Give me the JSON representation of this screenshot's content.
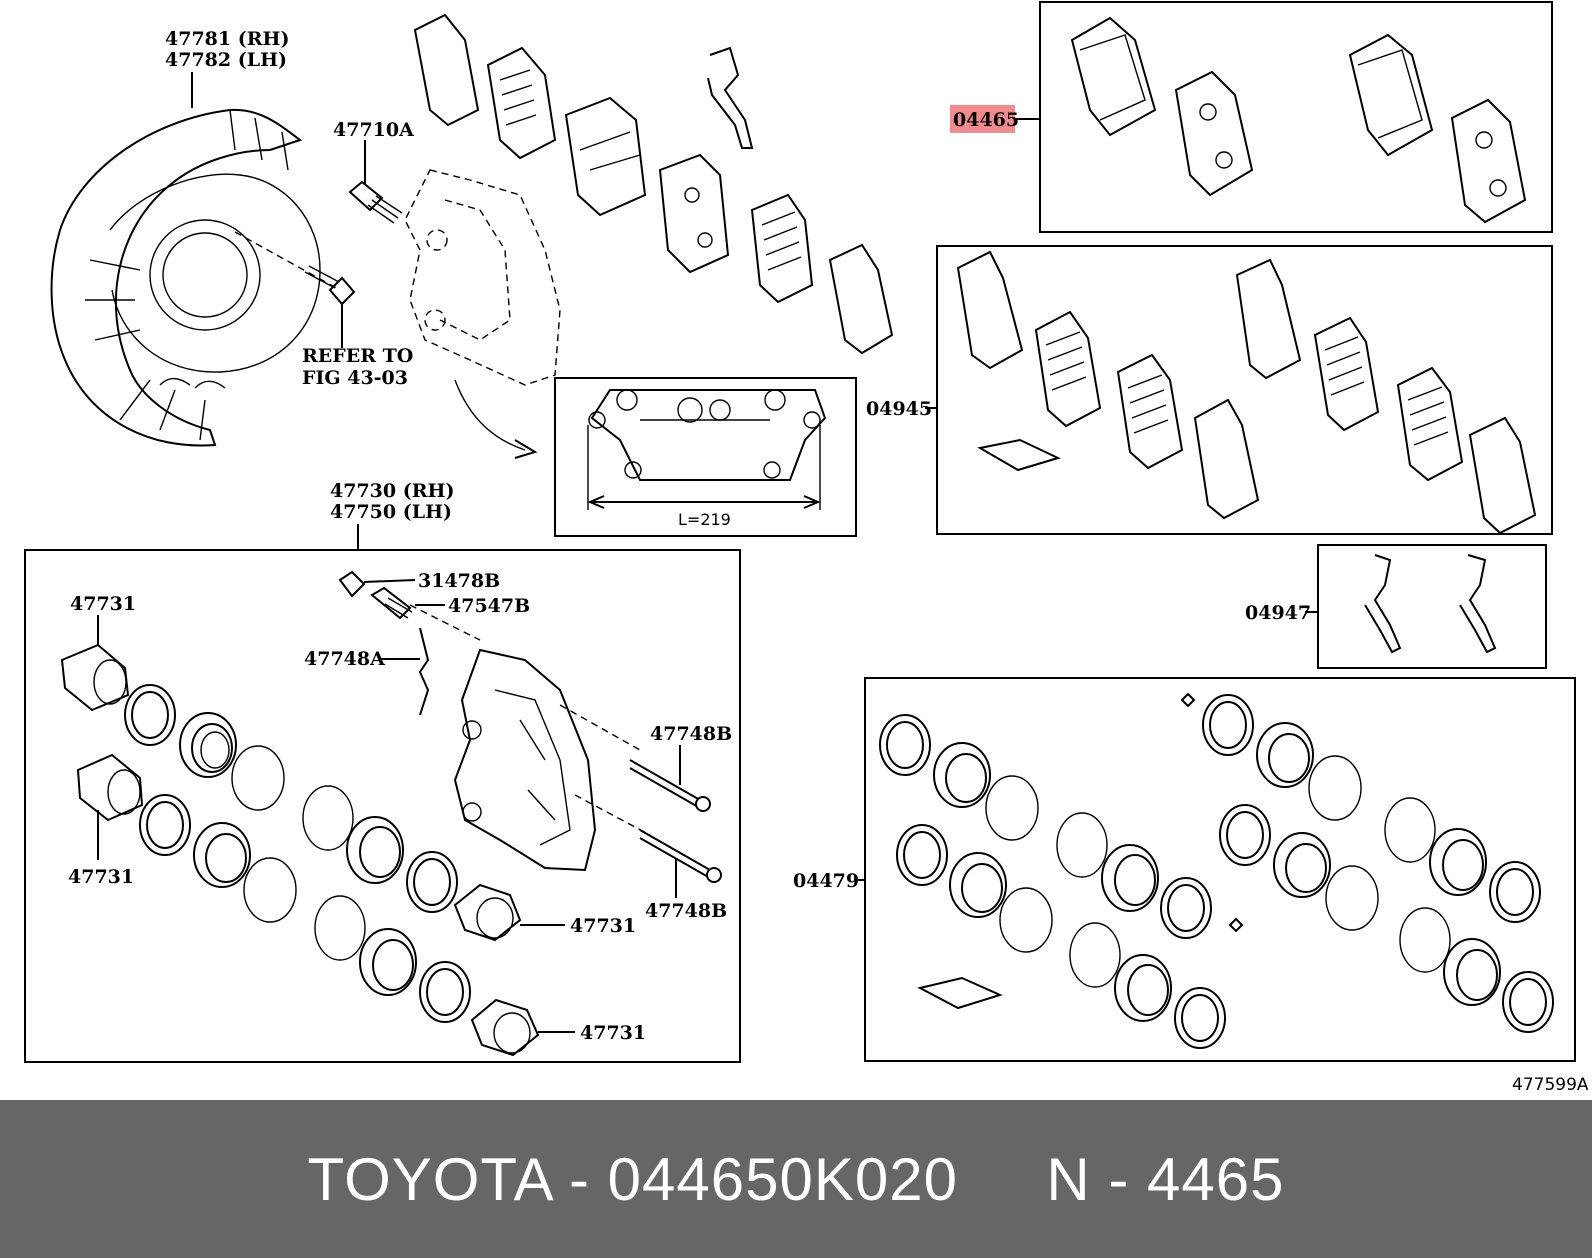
{
  "labels": {
    "shield_rh": "47781 (RH)",
    "shield_lh": "47782 (LH)",
    "bolt": "47710A",
    "refer_line1": "REFER TO",
    "refer_line2": "FIG 43-03",
    "caliper_rh": "47730 (RH)",
    "caliper_lh": "47750 (LH)",
    "cap": "31478B",
    "bleeder": "47547B",
    "clip": "47748A",
    "pin_upper": "47748B",
    "pin_lower": "47748B",
    "piston_tl": "47731",
    "piston_bl": "47731",
    "piston_r1": "47731",
    "piston_r2": "47731",
    "pad_kit": "04465",
    "shim_kit": "04945",
    "spring_kit": "04947",
    "seal_kit": "04479",
    "dimension": "L=219",
    "figure_id": "477599A"
  },
  "highlight_color": "#f28b8b",
  "footer": {
    "text": "TOYOTA - 044650K020     N - 4465"
  }
}
